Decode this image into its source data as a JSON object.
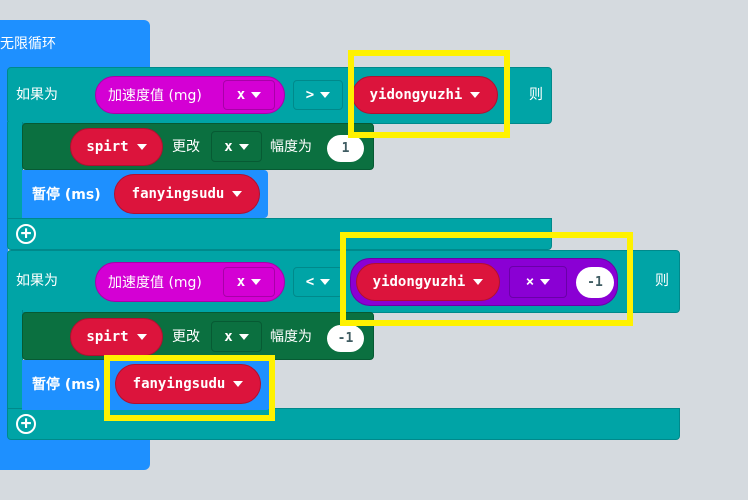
{
  "forever": {
    "label": "无限循环"
  },
  "if_blocks": [
    {
      "if_label": "如果为",
      "then_label": "则",
      "sensor": {
        "label": "加速度值 (mg)",
        "axis": "x"
      },
      "operator": ">",
      "right_var": "yidongyuzhi",
      "set": {
        "sprite": "spirt",
        "change_label": "更改",
        "axis": "x",
        "by_label": "幅度为",
        "value": "1"
      },
      "pause": {
        "label": "暂停 (ms)",
        "var": "fanyingsudu"
      }
    },
    {
      "if_label": "如果为",
      "then_label": "则",
      "sensor": {
        "label": "加速度值 (mg)",
        "axis": "x"
      },
      "operator": "<",
      "right_expr": {
        "var": "yidongyuzhi",
        "op": "×",
        "value": "-1"
      },
      "set": {
        "sprite": "spirt",
        "change_label": "更改",
        "axis": "x",
        "by_label": "幅度为",
        "value": "-1"
      },
      "pause": {
        "label": "暂停 (ms)",
        "var": "fanyingsudu"
      }
    }
  ],
  "colors": {
    "loops": "#1e90ff",
    "logic": "#00a4a6",
    "sprite": "#0b7040",
    "variables": "#dc143c",
    "input": "#d400d4",
    "math": "#8a00d4",
    "highlight": "#fff200"
  }
}
